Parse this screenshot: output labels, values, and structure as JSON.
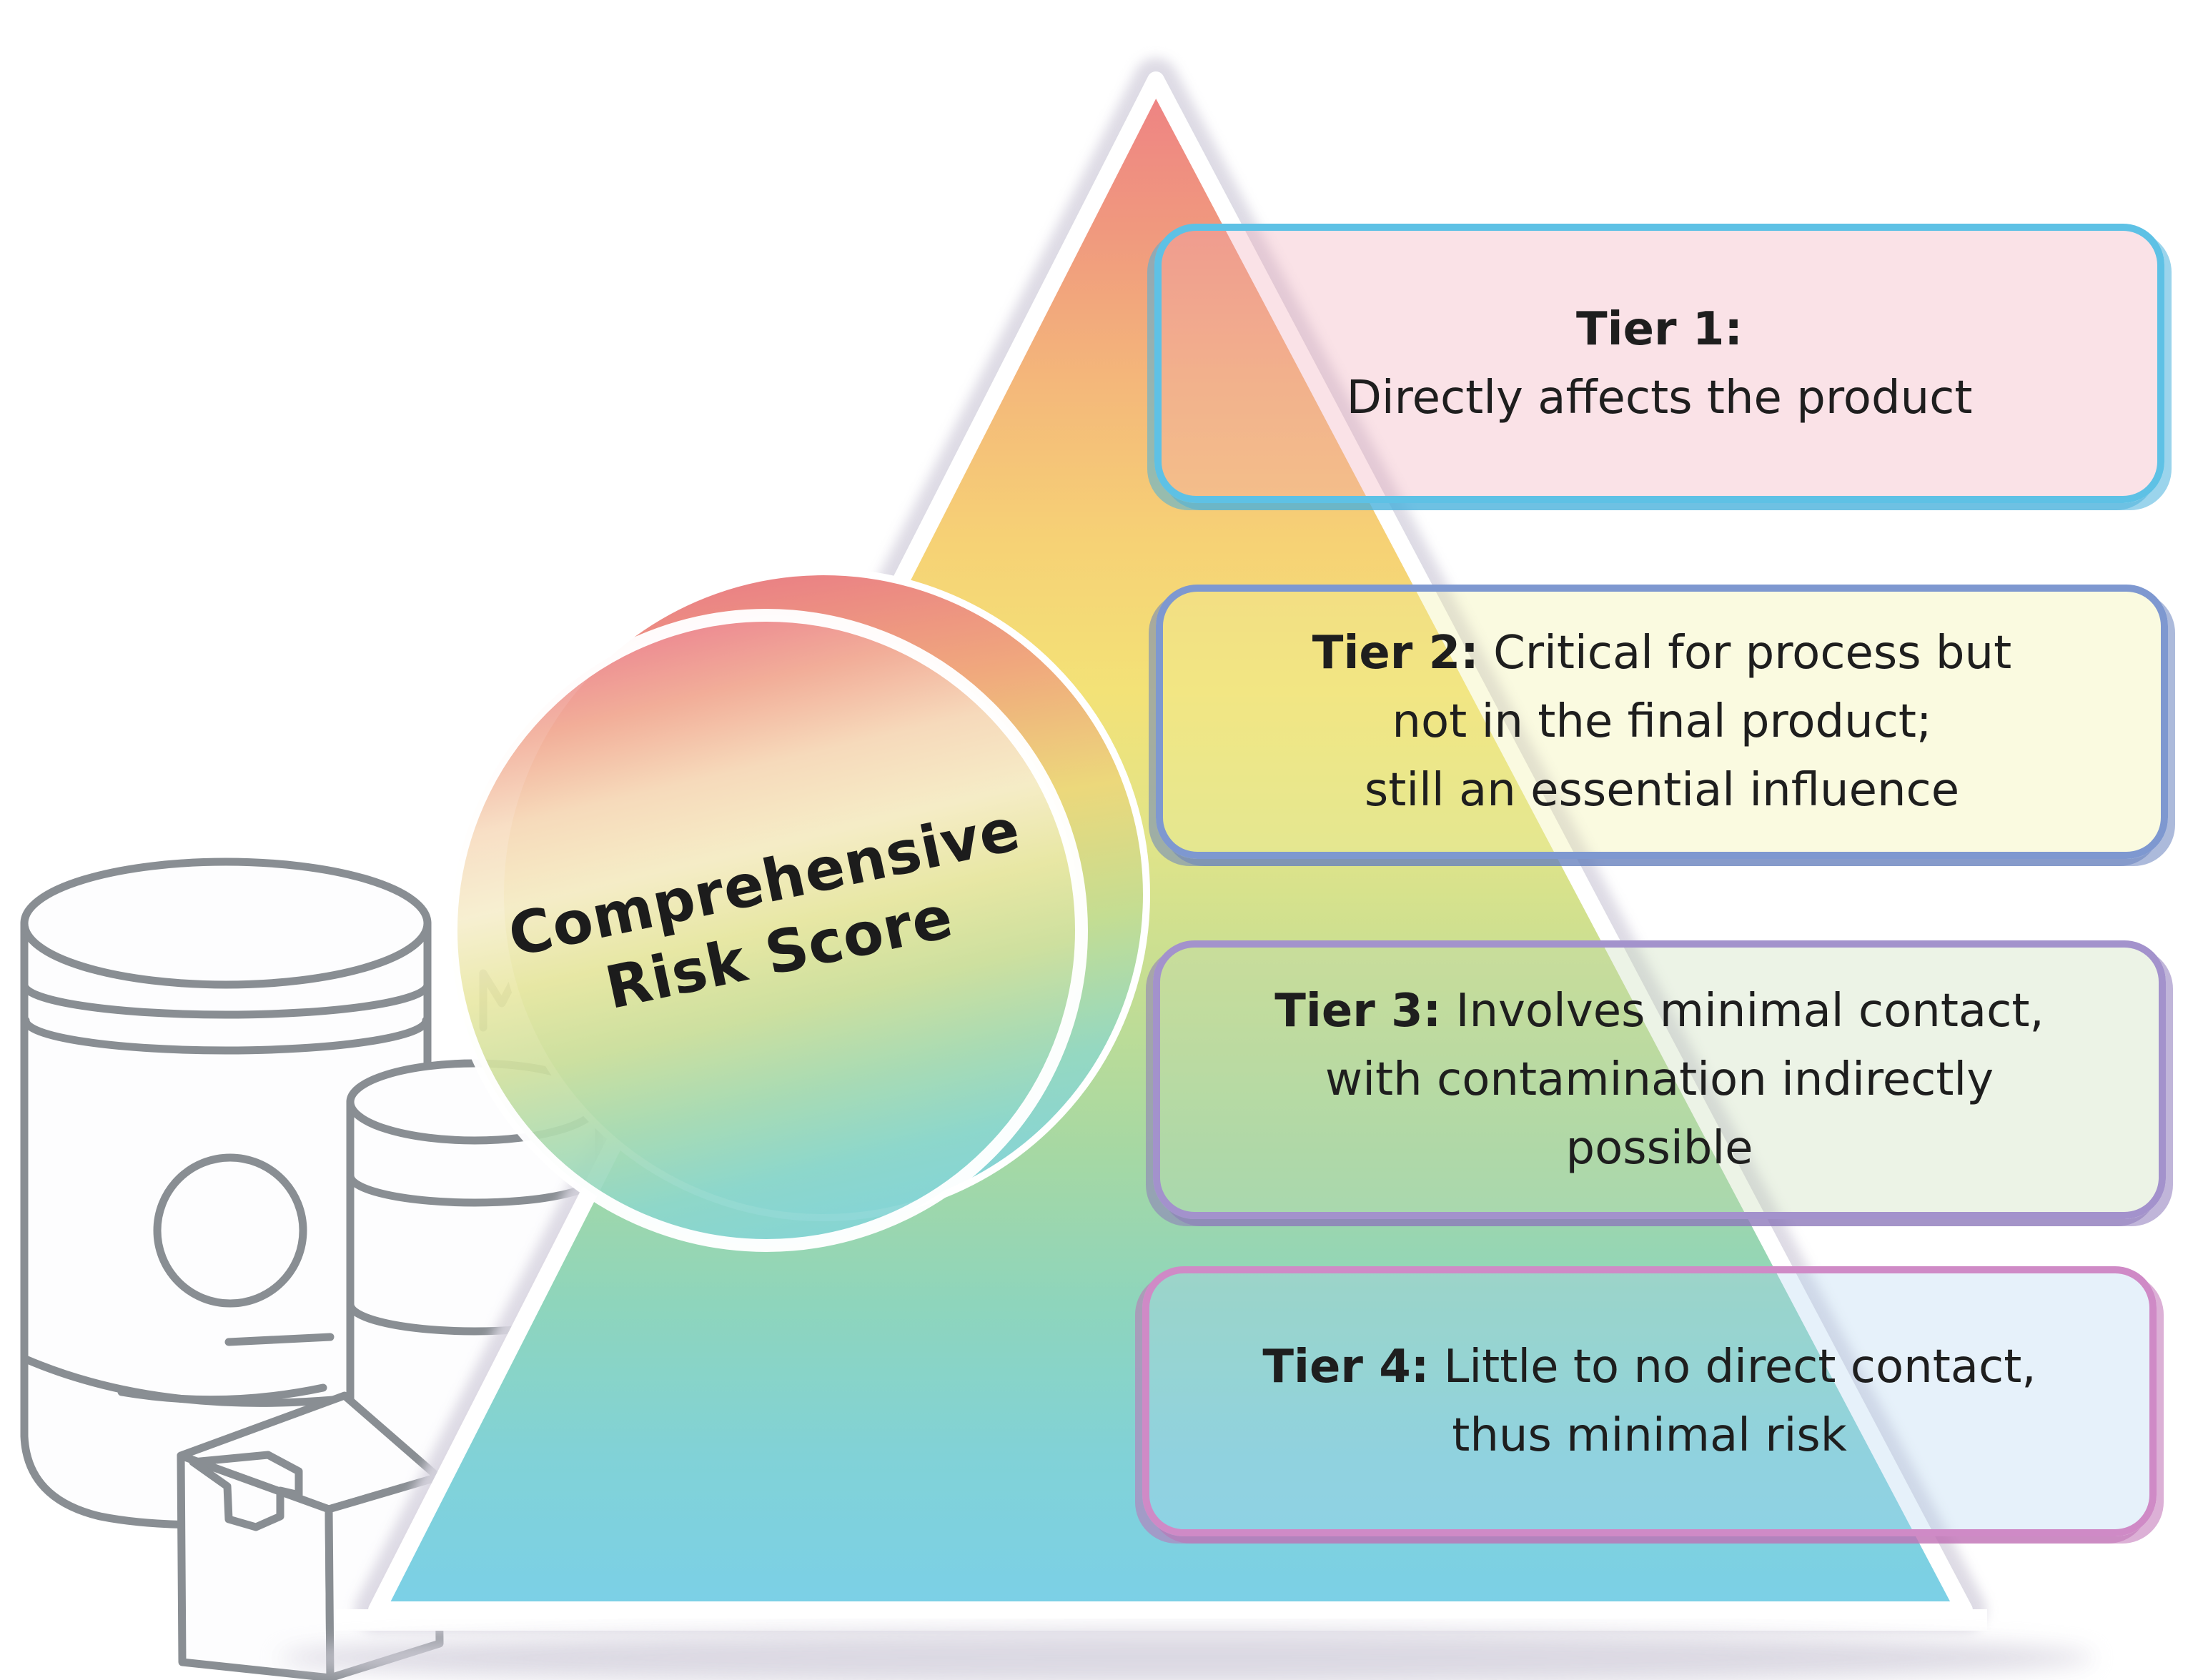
{
  "diagram": {
    "sphere": {
      "label_lines": [
        "Comprehensive",
        "Risk Score"
      ],
      "text_color": "#1c1c1c",
      "front_gradient": [
        "#ec8692",
        "#f2af9b",
        "#f7dcc0",
        "#f6eecd",
        "#e9e8a6",
        "#cfe09f",
        "#abdbb2",
        "#8dd7cb",
        "#83d4d8"
      ],
      "back_gradient": [
        "#ea8085",
        "#f0a87d",
        "#ecd87b",
        "#c4dd92",
        "#95d8c1",
        "#83d3da"
      ]
    },
    "pyramid": {
      "gradient": [
        "#ee8184",
        "#f0997e",
        "#f4b87a",
        "#f6d175",
        "#f3e277",
        "#e0e489",
        "#c2dd94",
        "#a6d8a3",
        "#8ed5bc",
        "#81d2d7",
        "#7bd0e7"
      ],
      "outline_color": "#dad7e2",
      "shadow_color": "#d8d5e0"
    },
    "containers": {
      "icons": [
        "supply-jar-icon",
        "supply-cylinder-icon",
        "supply-box-icon"
      ],
      "stroke_color": "#898e93"
    },
    "tiers": [
      {
        "id": 1,
        "label": "Tier 1:",
        "label_own_line": true,
        "lines": [
          "Directly affects the product"
        ],
        "border_color": "#5ec1e5",
        "fill_color": "rgba(241,165,181,0.32)",
        "shadow_color": "rgba(72,177,220,0.55)"
      },
      {
        "id": 2,
        "label": "Tier 2:",
        "label_own_line": false,
        "lines": [
          "Critical for process but",
          "not in the final product;",
          "still an essential influence"
        ],
        "border_color": "#7e98d0",
        "fill_color": "rgba(240,238,160,0.32)",
        "shadow_color": "rgba(104,130,189,0.55)"
      },
      {
        "id": 3,
        "label": "Tier 3:",
        "label_own_line": false,
        "lines": [
          "Involves minimal contact,",
          "with contamination indirectly",
          "possible"
        ],
        "border_color": "#a392cc",
        "fill_color": "rgba(196,219,177,0.32)",
        "shadow_color": "rgba(141,120,186,0.55)"
      },
      {
        "id": 4,
        "label": "Tier 4:",
        "label_own_line": false,
        "lines": [
          "Little to no direct contact,",
          "thus minimal risk"
        ],
        "border_color": "#cf8ac6",
        "fill_color": "rgba(176,213,238,0.32)",
        "shadow_color": "rgba(191,111,180,0.55)"
      }
    ]
  }
}
